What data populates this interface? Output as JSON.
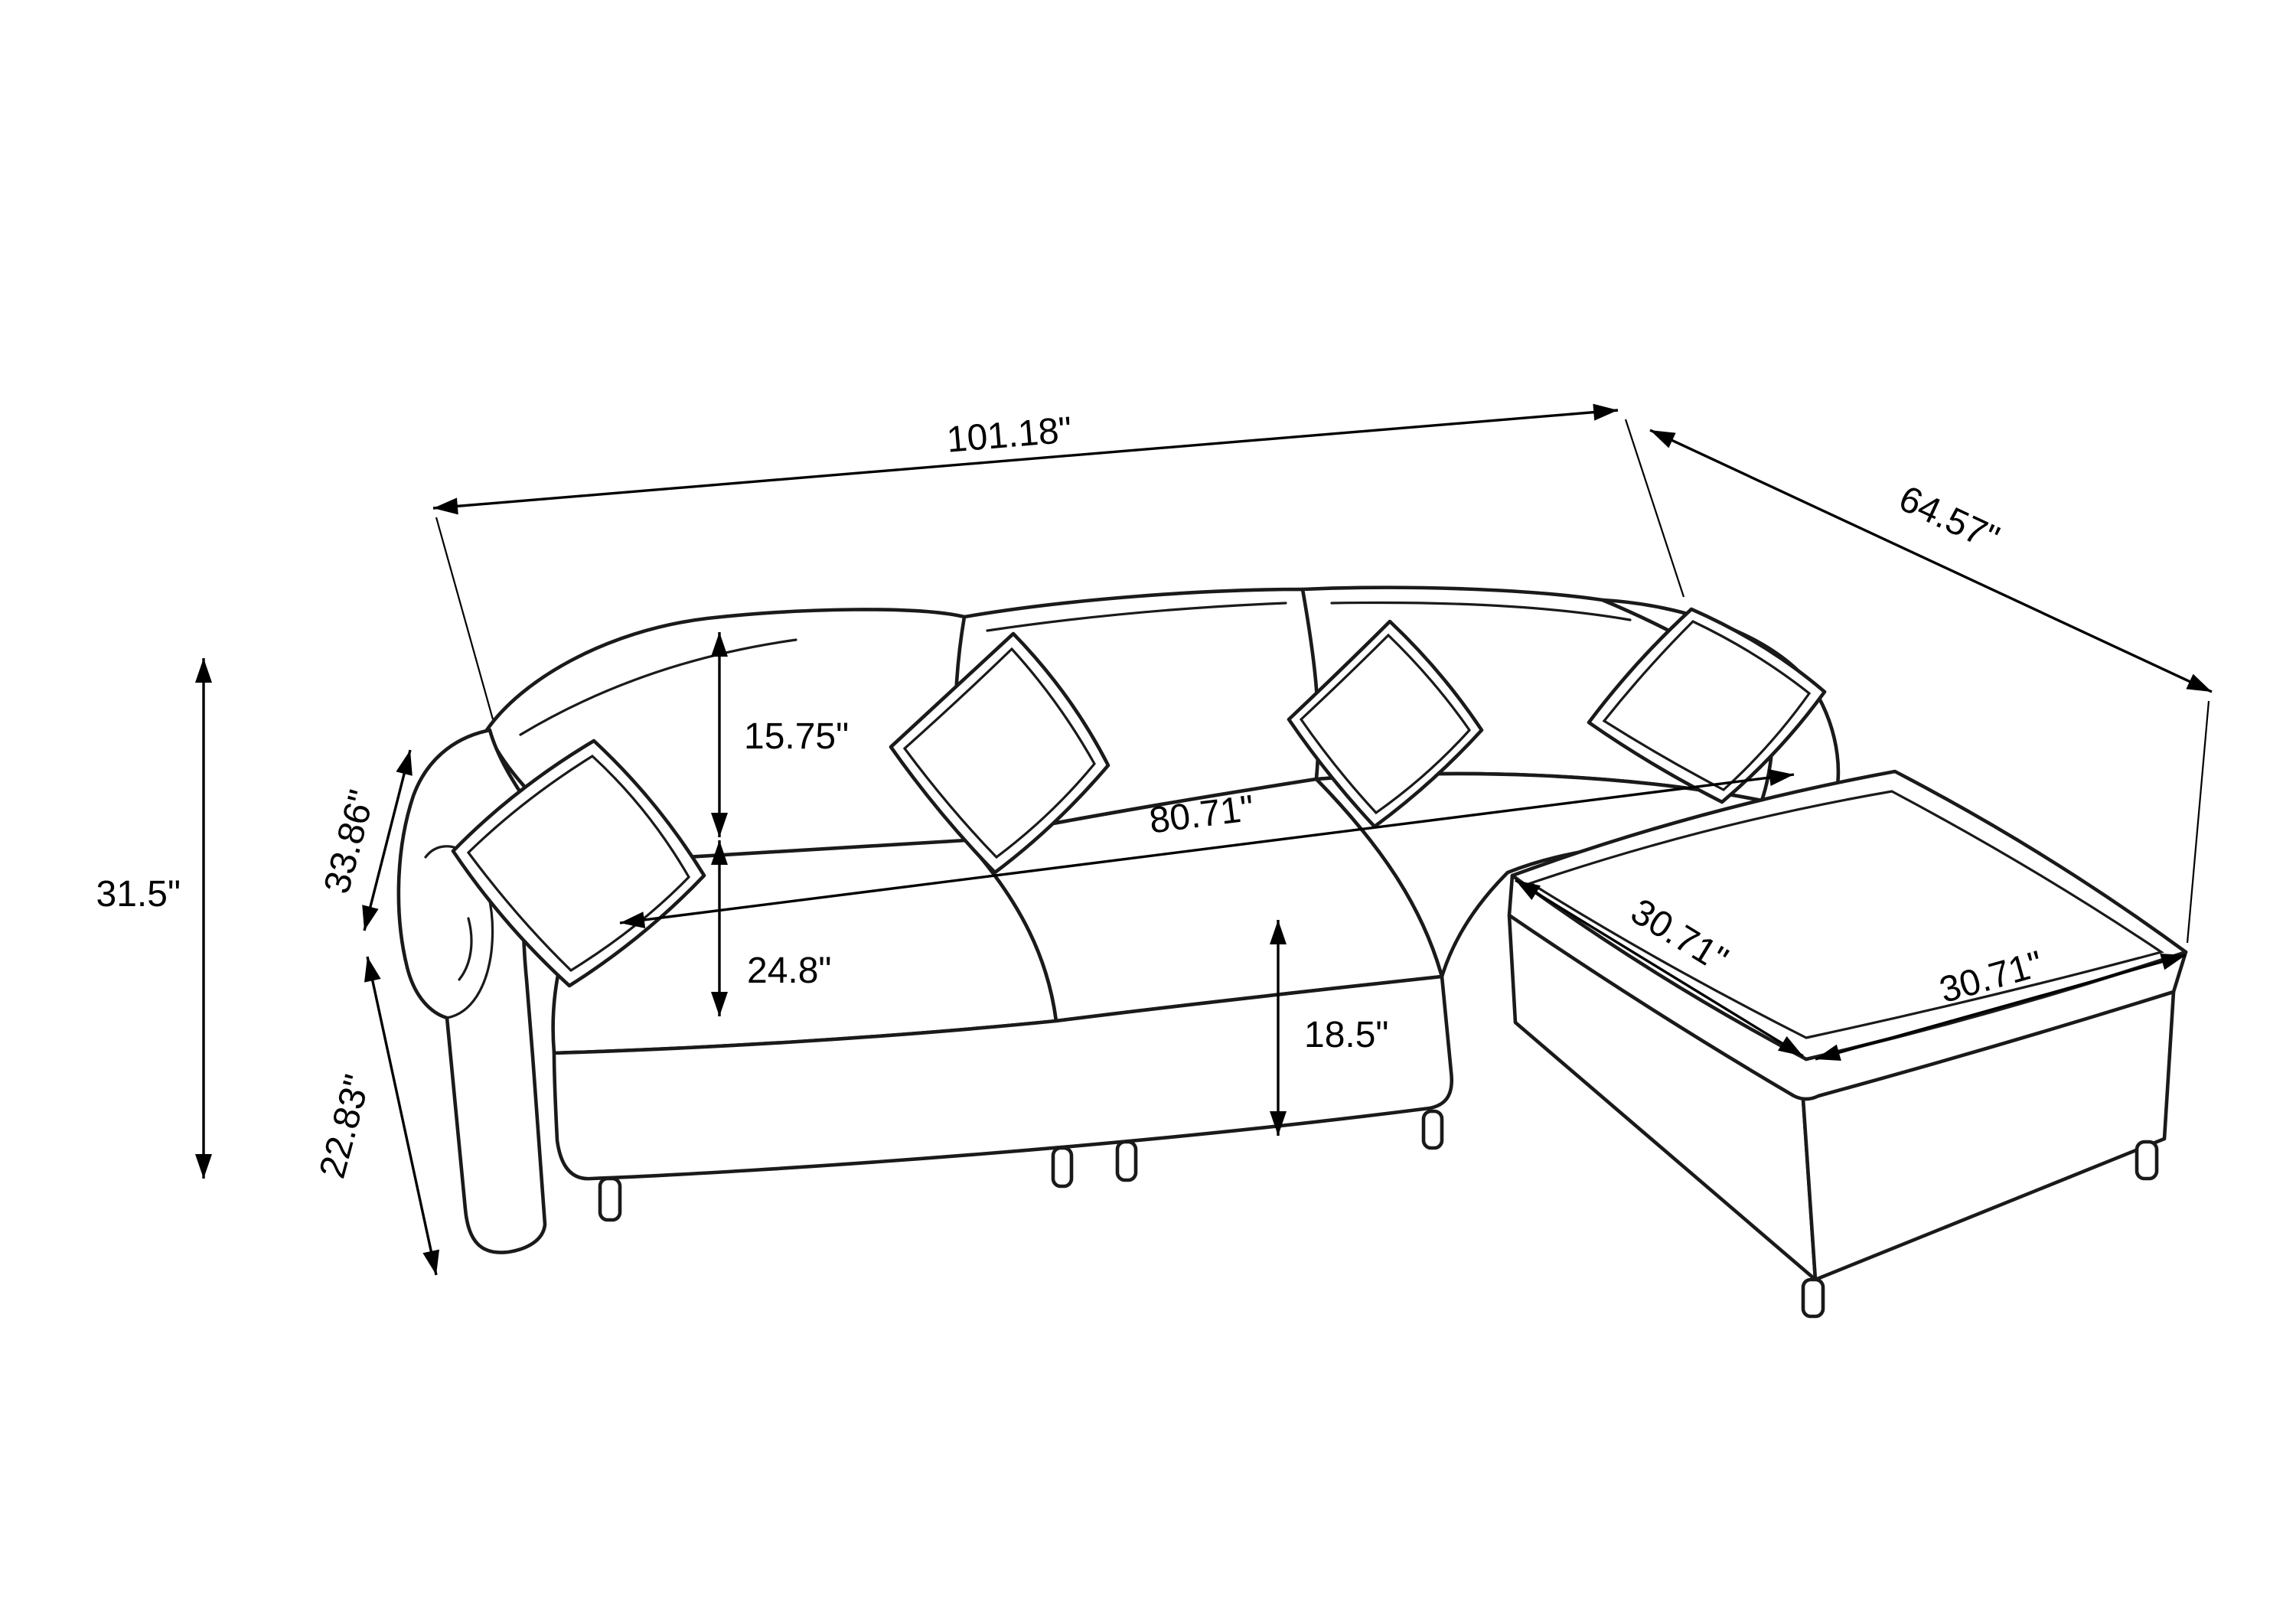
{
  "diagram": {
    "title": "sectional-sofa-with-chaise-dimension-drawing",
    "units": "inches",
    "labels": {
      "overall_width": "101.18\"",
      "overall_depth": "64.57\"",
      "overall_height": "31.5\"",
      "arm_diagonal": "33.86\"",
      "arm_depth": "22.83\"",
      "back_cushion_height": "15.75\"",
      "seat_width": "80.71\"",
      "seat_depth": "24.8\"",
      "seat_height": "18.5\"",
      "chaise_edge_left": "30.71\"",
      "chaise_edge_right": "30.71\""
    },
    "colors": {
      "line": "#1a1a1a",
      "dimension": "#000000",
      "background": "#ffffff"
    }
  }
}
